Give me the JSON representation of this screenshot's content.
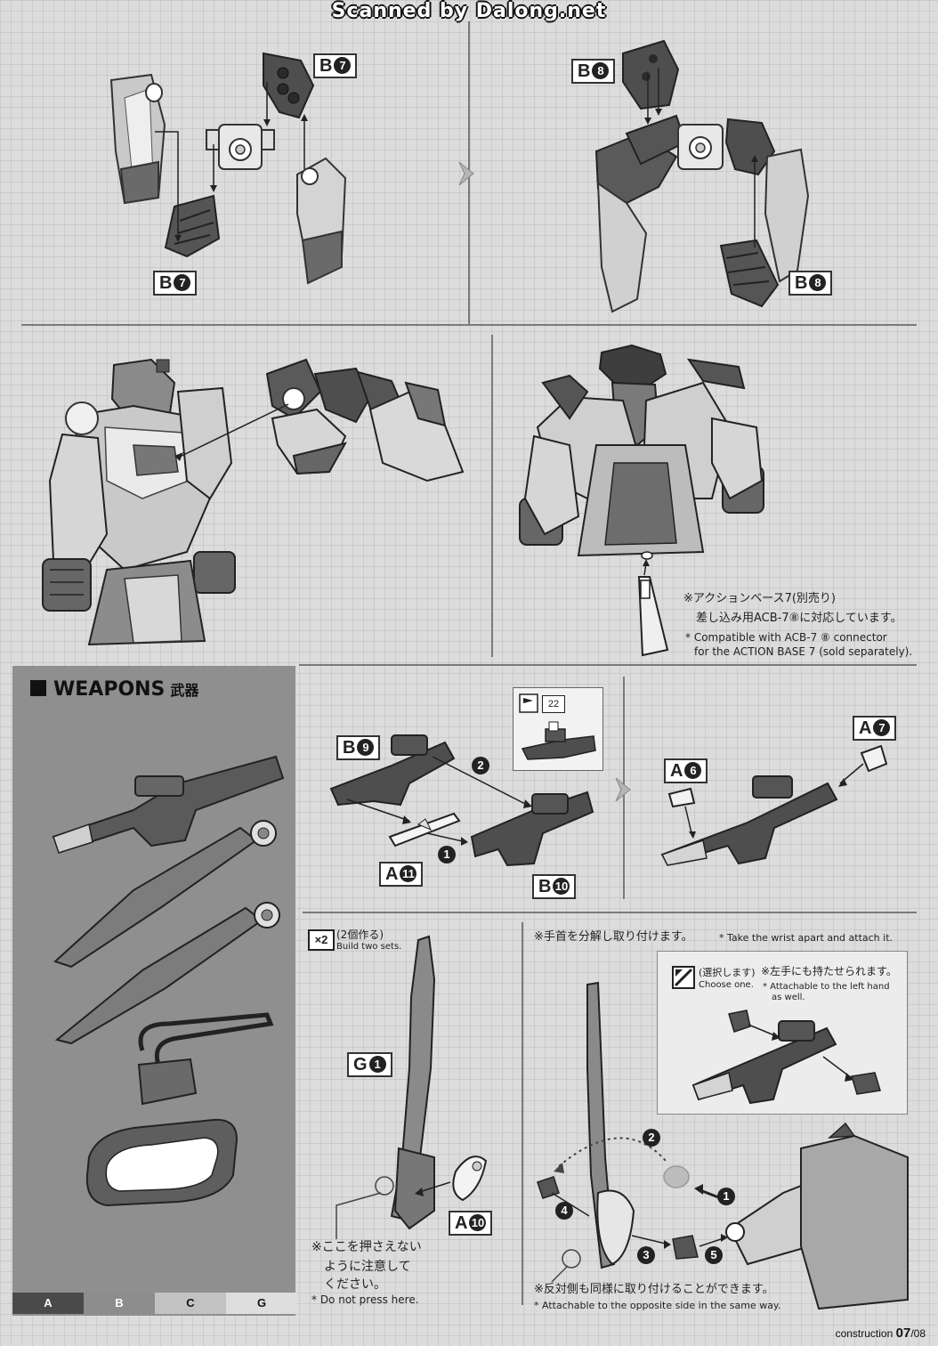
{
  "header": {
    "watermark": "Scanned by Dalong.net"
  },
  "part_labels": {
    "b7": {
      "letter": "B",
      "num": "7"
    },
    "b8": {
      "letter": "B",
      "num": "8"
    },
    "b9": {
      "letter": "B",
      "num": "9"
    },
    "b10": {
      "letter": "B",
      "num": "10"
    },
    "a6": {
      "letter": "A",
      "num": "6"
    },
    "a7": {
      "letter": "A",
      "num": "7"
    },
    "a10": {
      "letter": "A",
      "num": "10"
    },
    "a11": {
      "letter": "A",
      "num": "11"
    },
    "g1": {
      "letter": "G",
      "num": "1"
    }
  },
  "stand_note": {
    "jp_line1": "※アクションベース7(別売り)",
    "jp_line2": "差し込み用ACB-7⑧に対応しています。",
    "en_line1": "* Compatible with ACB-7 ⑧ connector",
    "en_line2": "for the ACTION BASE 7 (sold separately)."
  },
  "weapons": {
    "title": "WEAPONS",
    "title_jp": "武器"
  },
  "rifle_steps": {
    "step1": "1",
    "step2": "2",
    "sticker_no": "22"
  },
  "sword": {
    "build_mult": "×2",
    "build_jp": "(2個作る)",
    "build_en": "Build two sets.",
    "caution_jp_1": "※ここを押さえない",
    "caution_jp_2": "ように注意して",
    "caution_jp_3": "ください。",
    "caution_en": "* Do not press here."
  },
  "wrist": {
    "note_jp": "※手首を分解し取り付けます。",
    "note_en": "* Take the wrist apart and attach it.",
    "choose_jp": "(選択します)",
    "choose_en": "Choose one.",
    "left_jp": "※左手にも持たせられます。",
    "left_en_1": "* Attachable to the left hand",
    "left_en_2": "as well.",
    "steps": [
      "1",
      "2",
      "3",
      "4",
      "5"
    ],
    "opposite_jp": "※反対側も同様に取り付けることができます。",
    "opposite_en": "* Attachable to the opposite side in the same way."
  },
  "runner_bar": {
    "tabs": [
      "A",
      "B",
      "C",
      "G"
    ],
    "colors": [
      "#4a4a4a",
      "#8d8d8d",
      "#c2c2c2",
      "#dedede"
    ]
  },
  "footer": {
    "label": "construction",
    "page": "07",
    "total": "/08"
  }
}
